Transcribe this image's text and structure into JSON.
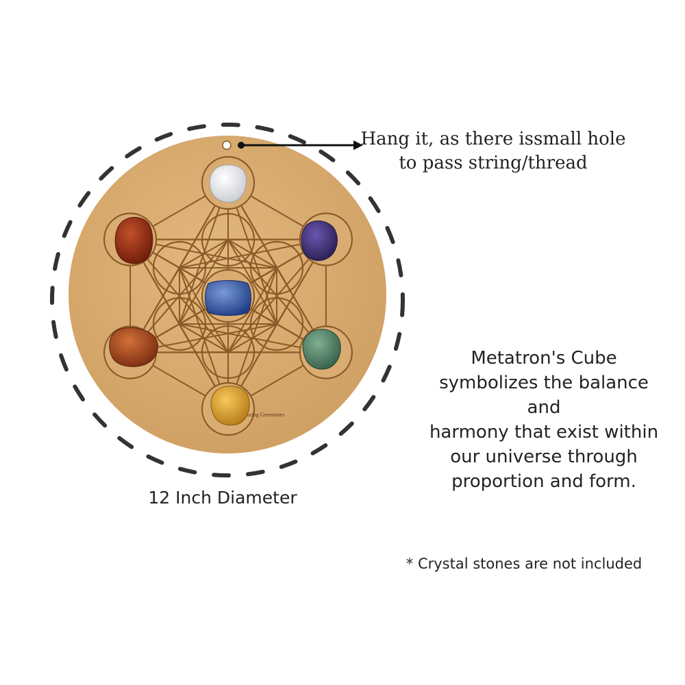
{
  "captions": {
    "hang_line1": "Hang it, as there issmall hole",
    "hang_line2": "to pass string/thread",
    "cube_line1": "Metatron's Cube",
    "cube_line2": "symbolizes the balance and",
    "cube_line3": "harmony that exist within",
    "cube_line4": "our universe through",
    "cube_line5": "proportion and form.",
    "diameter": "12 Inch Diameter",
    "note": "* Crystal stones are not included"
  },
  "board": {
    "watermark": "Amazing Gemstones"
  },
  "colors": {
    "board": "#d8ab70",
    "engraving": "#8a5a28",
    "dashes": "#333333",
    "text": "#222222",
    "stones": {
      "top": "#f2f2f4",
      "upper_left": "#9a2e14",
      "upper_right": "#3f2f78",
      "center": "#3257a8",
      "lower_left": "#a84a1e",
      "lower_right": "#4f8a68",
      "bottom": "#e0a530"
    }
  }
}
